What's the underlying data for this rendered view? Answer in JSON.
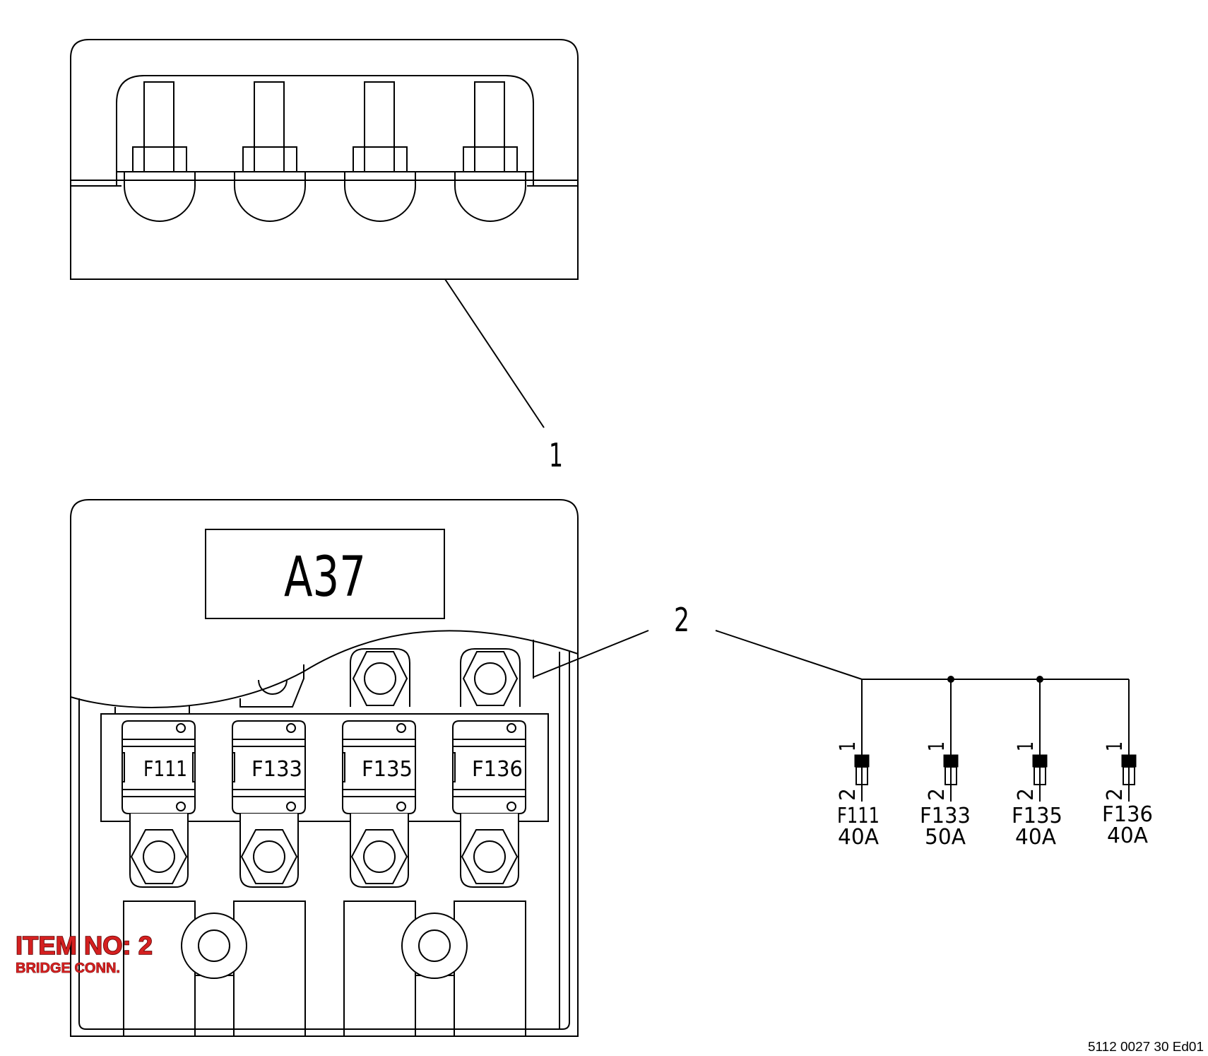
{
  "callouts": {
    "one": "1",
    "two": "2"
  },
  "module_label": "A37",
  "fuses": [
    {
      "id": "F111",
      "rating": "40A"
    },
    {
      "id": "F133",
      "rating": "50A"
    },
    {
      "id": "F135",
      "rating": "40A"
    },
    {
      "id": "F136",
      "rating": "40A"
    }
  ],
  "pin_labels": {
    "top": "1",
    "bottom": "2"
  },
  "item_tag": {
    "title": "ITEM NO: 2",
    "subtitle": "BRIDGE CONN.",
    "color": "#d42020"
  },
  "doc_id": "5112 0027 30 Ed01"
}
